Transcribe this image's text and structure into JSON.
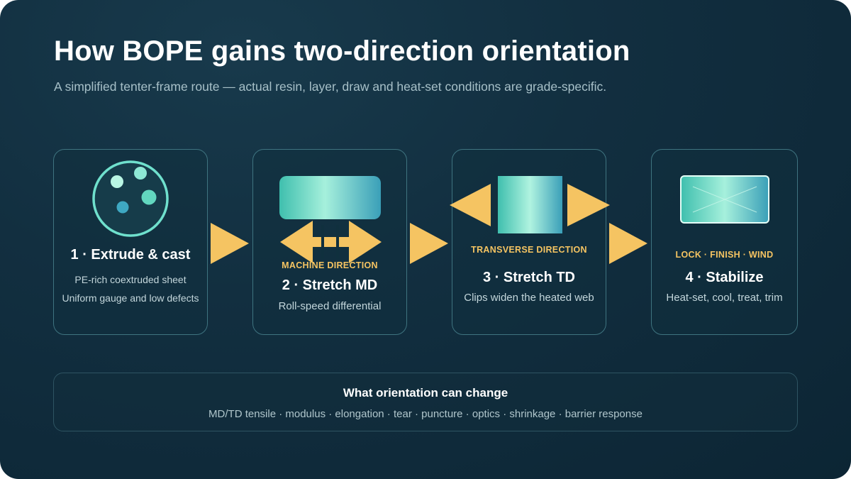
{
  "title": "How BOPE gains two-direction orientation",
  "subtitle": "A simplified tenter-frame route — actual resin, layer, draw and heat-set conditions are grade-specific.",
  "steps": [
    {
      "title": "1 · Extrude & cast",
      "lines": [
        "PE-rich coextruded sheet",
        "Uniform gauge and low defects"
      ],
      "icon": "circle-particles-icon"
    },
    {
      "title": "2 · Stretch MD",
      "tag": "MACHINE DIRECTION",
      "lines": [
        "Roll-speed differential"
      ],
      "icon": "machine-direction-stretch-icon"
    },
    {
      "title": "3 · Stretch TD",
      "tag": "TRANSVERSE DIRECTION",
      "lines": [
        "Clips widen the heated web"
      ],
      "icon": "transverse-direction-stretch-icon"
    },
    {
      "title": "4 · Stabilize",
      "tag": "LOCK · FINISH · WIND",
      "lines": [
        "Heat-set, cool, treat, trim"
      ],
      "icon": "stabilized-film-icon"
    }
  ],
  "summary": {
    "title": "What orientation can change",
    "properties": "MD/TD tensile · modulus · elongation · tear · puncture · optics · shrinkage · barrier response"
  },
  "colors": {
    "accent": "#f5c462",
    "film_light": "#9ff0da",
    "film_mid": "#3fbfae",
    "film_dark": "#3a9fb8",
    "card_border": "#3f7480"
  }
}
